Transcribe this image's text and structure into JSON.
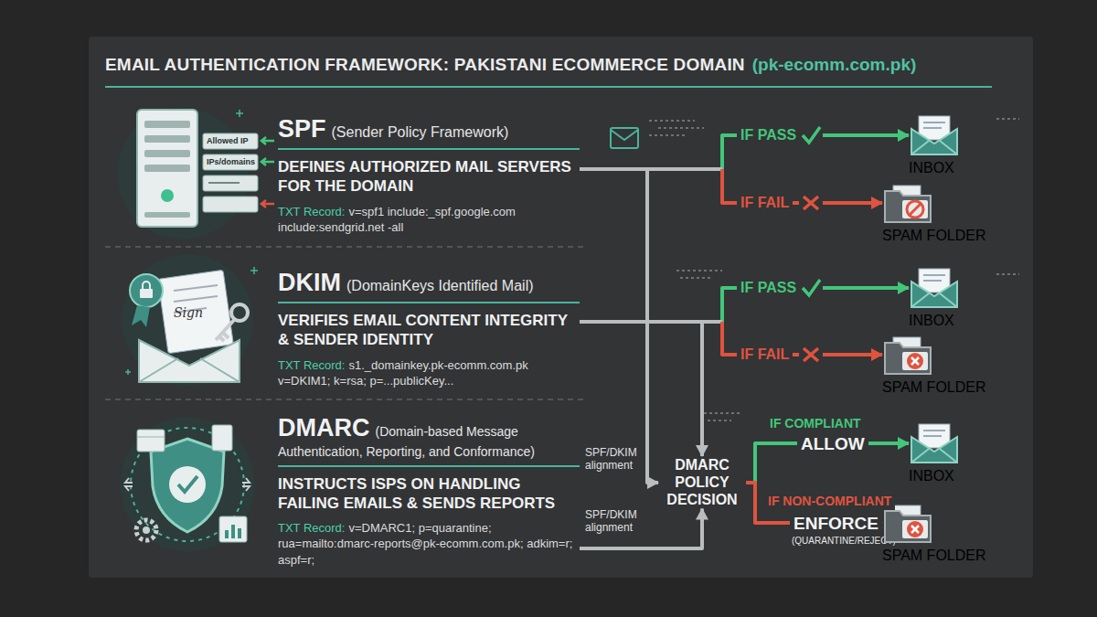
{
  "diagram": {
    "title": "EMAIL AUTHENTICATION FRAMEWORK: PAKISTANI ECOMMERCE DOMAIN",
    "nodes": [
      {
        "text": [
          "SPF",
          "(Sender Policy Framework)",
          "DEFINES AUTHORIZED MAIL SERVERS FOR THE DOMAIN",
          "TXT Record:",
          "v=spf1 include:_spf.google.com include:sendgrid.net -all"
        ]
      },
      {
        "text": [
          "DKIM",
          "(DomainKeys Identified Mail)",
          "VERIFIES EMAIL CONTENT INTEGRITY & SENDER IDENTITY",
          "TXT Record:",
          "s1._domainkey.pk-ecomm.com.pk v=DKIM1; k=rsa; p=...publicKey..."
        ]
      },
      {
        "text": [
          "DMARC",
          "(Domain-based Message Authentication, Reporting, and Conformance)",
          "INSTRUCTS ISPS ON HANDLING FAILING EMAILS & SENDS REPORTS",
          "TXT Record:",
          "v=DMARC1; p=quarantine; rua=mailto:dmarc-reports@pk-ecomm.com.pk; adkim=r; aspf=r;"
        ]
      },
      {
        "text": [
          "INBOX"
        ]
      },
      {
        "text": [
          "SPAM FOLDER"
        ]
      },
      {
        "text": [
          "INBOX"
        ]
      },
      {
        "text": [
          "SPAM FOLDER"
        ]
      },
      {
        "text": [
          "DMARC POLICY DECISION"
        ]
      },
      {
        "text": [
          "INBOX"
        ]
      },
      {
        "text": [
          "SPAM FOLDER"
        ]
      }
    ],
    "edges": [
      {
        "from": 0,
        "to": 3,
        "label": "IF PASS",
        "arrow": "to"
      },
      {
        "from": 0,
        "to": 4,
        "label": "IF FAIL",
        "arrow": "to"
      },
      {
        "from": 1,
        "to": 5,
        "label": "IF PASS",
        "arrow": "to"
      },
      {
        "from": 1,
        "to": 6,
        "label": "IF FAIL",
        "arrow": "to"
      },
      {
        "from": 0,
        "to": 7,
        "label": "SPF/DKIM alignment",
        "arrow": "to"
      },
      {
        "from": 1,
        "to": 7,
        "arrow": "to"
      },
      {
        "from": 2,
        "to": 7,
        "label": "SPF/DKIM alignment",
        "arrow": "to"
      },
      {
        "from": 7,
        "to": 8,
        "label": "IF COMPLIANT",
        "arrow": "to"
      },
      {
        "from": 7,
        "to": 9,
        "label": "IF NON-COMPLIANT",
        "arrow": "to"
      }
    ],
    "labels": [
      "(pk-ecomm.com.pk)",
      "Allowed IP",
      "IPs/domains",
      "Sign",
      "ALLOW",
      "ENFORCE",
      "(QUARANTINE/REJECT)"
    ]
  }
}
